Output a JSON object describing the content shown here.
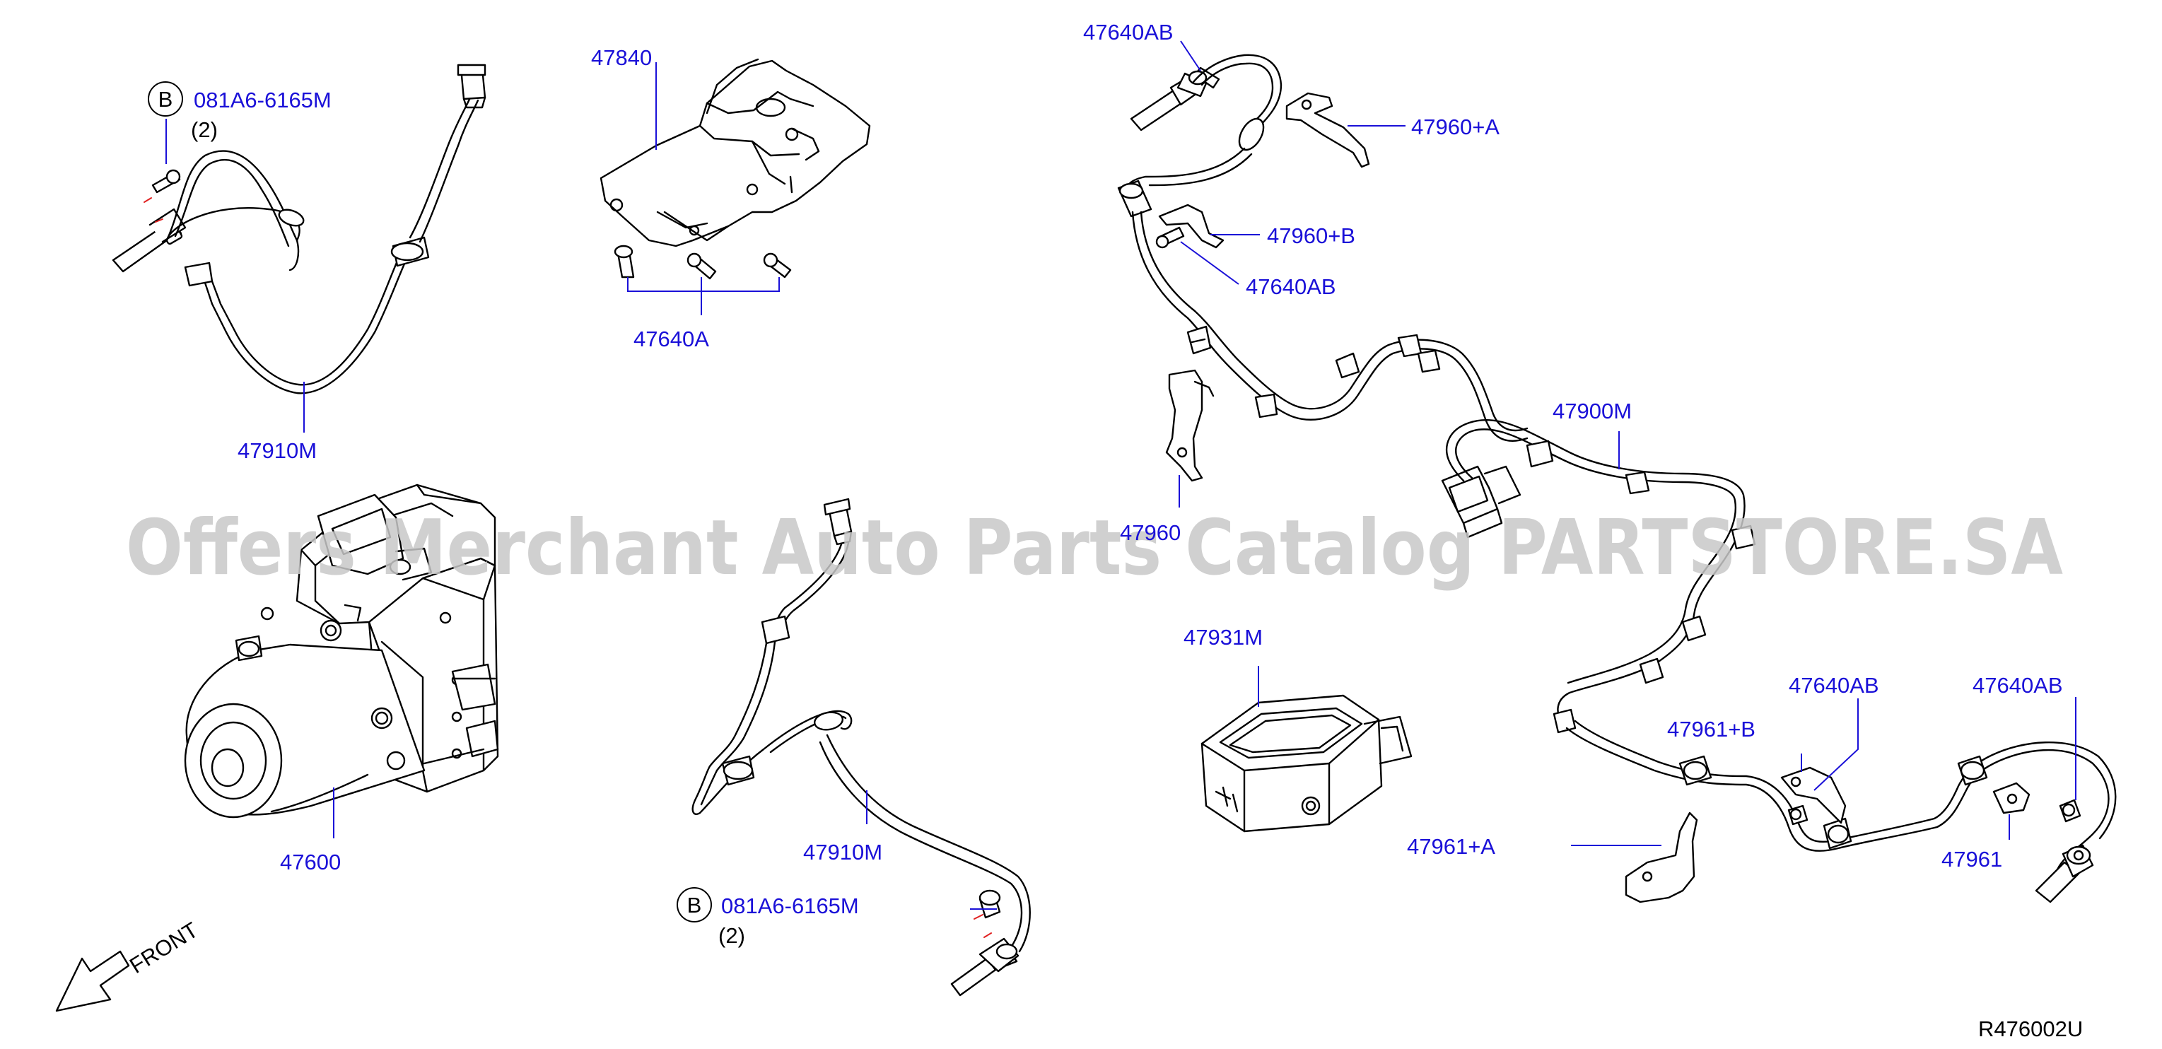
{
  "colors": {
    "label": "#1a10d8",
    "leader": "#1a10d8",
    "line_art": "#000000",
    "watermark": "#c8c8c8",
    "fill": "#ffffff",
    "marker_red": "#e02020"
  },
  "labels": {
    "p47840": "47840",
    "p47640A": "47640A",
    "p47910M_top": "47910M",
    "p47910M_bottom": "47910M",
    "p47600": "47600",
    "p47640AB_1": "47640AB",
    "p47960A": "47960+A",
    "p47960B": "47960+B",
    "p47640AB_2": "47640AB",
    "p47960": "47960",
    "p47900M": "47900M",
    "p47931M": "47931M",
    "p47640AB_3": "47640AB",
    "p47640AB_4": "47640AB",
    "p47961B": "47961+B",
    "p47961A": "47961+A",
    "p47961": "47961"
  },
  "bolt_callouts": [
    {
      "letter": "B",
      "part": "081A6-6165M",
      "qty": "(2)"
    },
    {
      "letter": "B",
      "part": "081A6-6165M",
      "qty": "(2)"
    }
  ],
  "front_label": "FRONT",
  "diagram_code": "R476002U",
  "watermark": "Offers Merchant Auto Parts Catalog PARTSTORE.SA"
}
